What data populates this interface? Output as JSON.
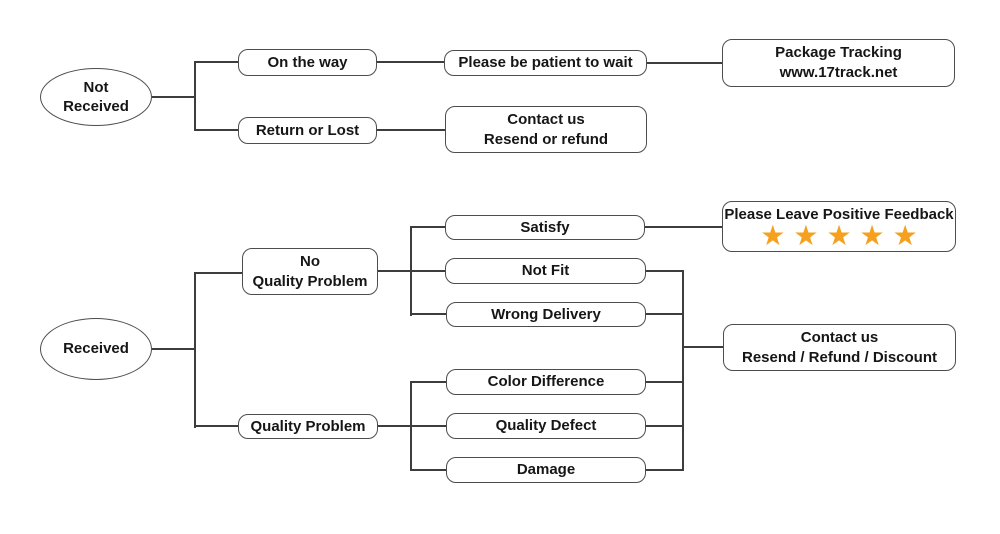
{
  "colors": {
    "star": "#F5A01E",
    "line": "#3D3D3D",
    "border": "#4D4D4D",
    "text": "#161616",
    "background": "#FFFFFF"
  },
  "nodes": {
    "not_received": {
      "line1": "Not",
      "line2": "Received"
    },
    "on_the_way": {
      "label": "On the way"
    },
    "please_wait": {
      "label": "Please be patient to wait"
    },
    "package_tracking": {
      "line1": "Package Tracking",
      "line2": "www.17track.net"
    },
    "return_or_lost": {
      "label": "Return or Lost"
    },
    "contact_resend_refund": {
      "line1": "Contact us",
      "line2": "Resend or refund"
    },
    "received": {
      "label": "Received"
    },
    "no_quality_problem": {
      "line1": "No",
      "line2": "Quality Problem"
    },
    "satisfy": {
      "label": "Satisfy"
    },
    "not_fit": {
      "label": "Not Fit"
    },
    "wrong_delivery": {
      "label": "Wrong Delivery"
    },
    "quality_problem": {
      "label": "Quality Problem"
    },
    "color_difference": {
      "label": "Color Difference"
    },
    "quality_defect": {
      "label": "Quality Defect"
    },
    "damage": {
      "label": "Damage"
    },
    "positive_feedback": {
      "label": "Please Leave Positive Feedback",
      "stars": "★★★★★",
      "star_count": 5
    },
    "contact_resend_refund_discount": {
      "line1": "Contact us",
      "line2": "Resend / Refund / Discount"
    }
  },
  "edges": [
    [
      "not_received",
      "on_the_way"
    ],
    [
      "not_received",
      "return_or_lost"
    ],
    [
      "on_the_way",
      "please_wait"
    ],
    [
      "please_wait",
      "package_tracking"
    ],
    [
      "return_or_lost",
      "contact_resend_refund"
    ],
    [
      "received",
      "no_quality_problem"
    ],
    [
      "received",
      "quality_problem"
    ],
    [
      "no_quality_problem",
      "satisfy"
    ],
    [
      "no_quality_problem",
      "not_fit"
    ],
    [
      "no_quality_problem",
      "wrong_delivery"
    ],
    [
      "quality_problem",
      "color_difference"
    ],
    [
      "quality_problem",
      "quality_defect"
    ],
    [
      "quality_problem",
      "damage"
    ],
    [
      "satisfy",
      "positive_feedback"
    ],
    [
      "not_fit",
      "contact_resend_refund_discount"
    ],
    [
      "wrong_delivery",
      "contact_resend_refund_discount"
    ],
    [
      "color_difference",
      "contact_resend_refund_discount"
    ],
    [
      "quality_defect",
      "contact_resend_refund_discount"
    ],
    [
      "damage",
      "contact_resend_refund_discount"
    ]
  ]
}
